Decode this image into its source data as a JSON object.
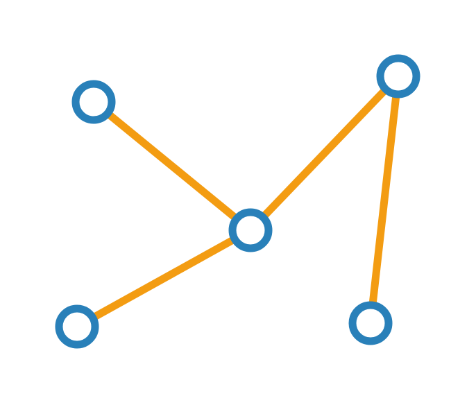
{
  "diagram": {
    "type": "graph",
    "colors": {
      "background": "#ffffff",
      "node_stroke": "#2980b9",
      "node_fill": "#ffffff",
      "edge_stroke": "#f39c12"
    },
    "nodes": [
      {
        "id": "node-top-left"
      },
      {
        "id": "node-center"
      },
      {
        "id": "node-top-right"
      },
      {
        "id": "node-bottom-left"
      },
      {
        "id": "node-bottom-right"
      }
    ],
    "edges": [
      {
        "id": "edge-top-left-center",
        "from": "node-top-left",
        "to": "node-center"
      },
      {
        "id": "edge-center-top-right",
        "from": "node-center",
        "to": "node-top-right"
      },
      {
        "id": "edge-center-bottom-left",
        "from": "node-center",
        "to": "node-bottom-left"
      },
      {
        "id": "edge-top-right-bottom-right",
        "from": "node-top-right",
        "to": "node-bottom-right"
      }
    ]
  }
}
